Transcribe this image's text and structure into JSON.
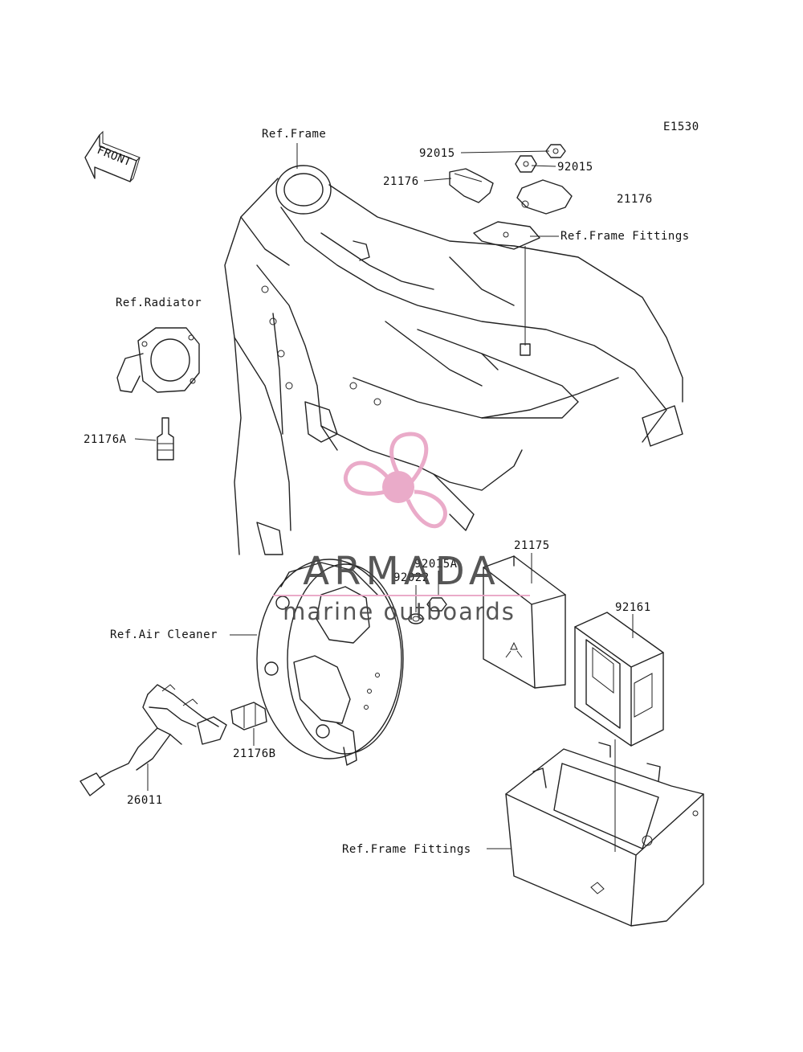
{
  "diagram": {
    "code": "E1530",
    "front_label": "FRONT",
    "callouts": {
      "ref_frame": "Ref.Frame",
      "ref_radiator": "Ref.Radiator",
      "ref_frame_fittings_top": "Ref.Frame Fittings",
      "ref_air_cleaner": "Ref.Air Cleaner",
      "ref_frame_fittings_bottom": "Ref.Frame Fittings",
      "p92015_left": "92015",
      "p92015_right": "92015",
      "p21176_left": "21176",
      "p21176_right": "21176",
      "p21176A": "21176A",
      "p92015A": "92015A",
      "p92022": "92022",
      "p21175": "21175",
      "p92161": "92161",
      "p21176B": "21176B",
      "p26011": "26011"
    }
  },
  "watermark": {
    "brand": "ARMADA",
    "tagline": "marine outboards",
    "color": "#e8a3c4"
  }
}
